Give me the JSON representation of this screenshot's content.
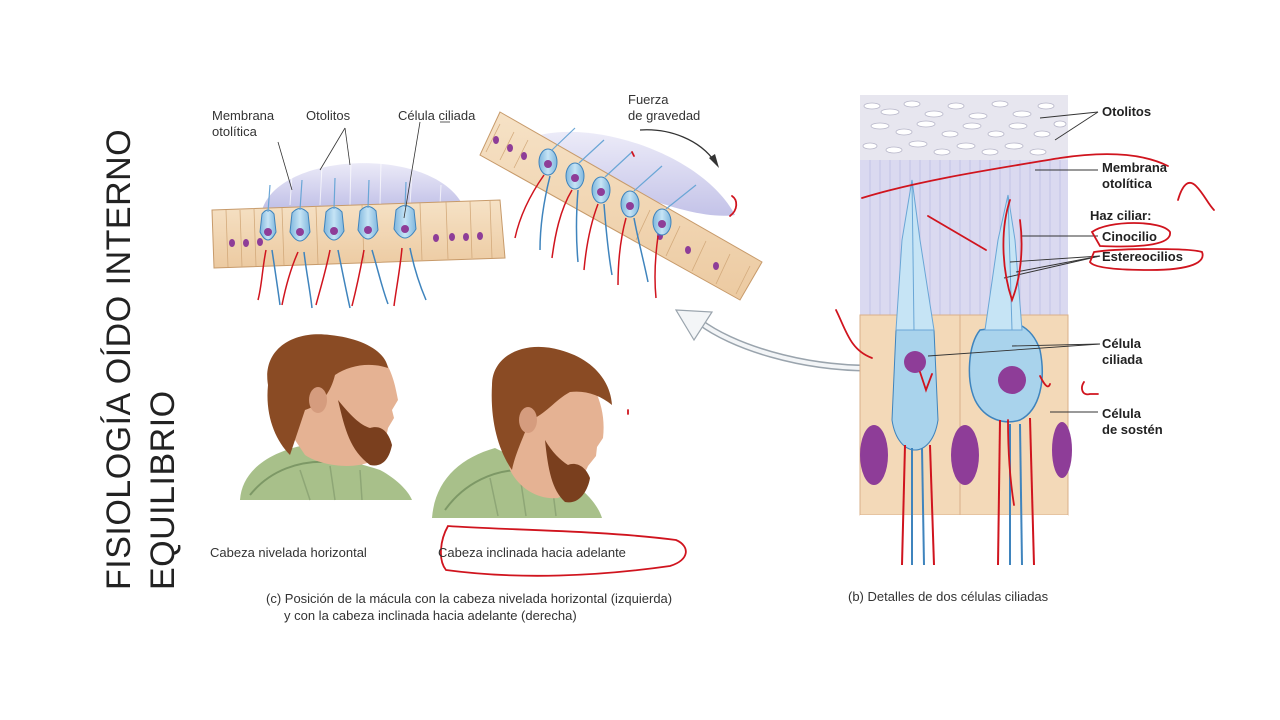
{
  "title": {
    "line1": "FISIOLOGÍA OÍDO INTERNO",
    "line2": "EQUILIBRIO"
  },
  "macula_labels": {
    "membrana": "Membrana",
    "otolitica": "otolítica",
    "otolitos": "Otolitos",
    "celula_ciliada": "Célula ciliada",
    "fuerza": "Fuerza",
    "de_gravedad": "de gravedad"
  },
  "head_captions": {
    "level": "Cabeza nivelada horizontal",
    "tilted": "Cabeza inclinada hacia adelante"
  },
  "caption_c": {
    "line1": "(c) Posición de la mácula con la cabeza nivelada horizontal (izquierda)",
    "line2": "y con la cabeza inclinada hacia adelante (derecha)"
  },
  "detail_labels": {
    "otolitos": "Otolitos",
    "membrana": "Membrana",
    "otolitica": "otolítica",
    "haz_ciliar": "Haz ciliar:",
    "cinocilio": "Cinocilio",
    "estereocilios": "Estereocilios",
    "celula": "Célula",
    "ciliada": "ciliada",
    "celula2": "Célula",
    "de_sosten": "de sostén"
  },
  "caption_b": "(b) Detalles de dos células ciliadas",
  "colors": {
    "annotation_red": "#d0141e",
    "epithelium": "#f3d9b8",
    "membrane": "#c9c8ea",
    "hair_cell": "#a9d3ec",
    "nucleus": "#8e3d98"
  }
}
